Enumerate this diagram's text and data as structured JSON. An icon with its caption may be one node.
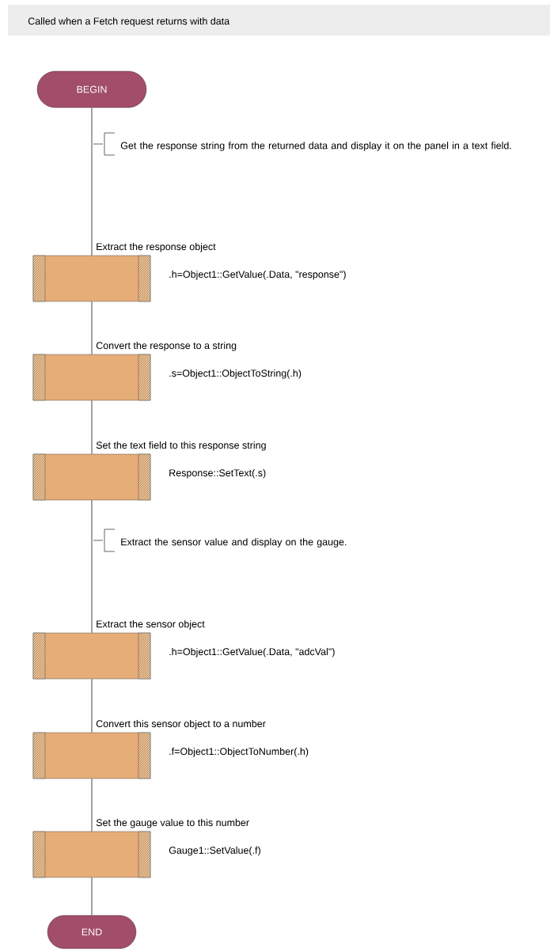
{
  "diagram": {
    "title": "Called when a Fetch request returns with data",
    "nodes": [
      {
        "text": [
          "BEGIN"
        ]
      },
      {
        "text": [
          "Extract the response object"
        ],
        "beside": [
          ".h=Object1::GetValue(.Data, \"response\")"
        ]
      },
      {
        "text": [
          "Convert the response to a string"
        ],
        "beside": [
          ".s=Object1::ObjectToString(.h)"
        ]
      },
      {
        "text": [
          "Set the text field to this response string"
        ],
        "beside": [
          "Response::SetText(.s)"
        ]
      },
      {
        "text": [
          "Extract the sensor object"
        ],
        "beside": [
          ".h=Object1::GetValue(.Data, \"adcVal\")"
        ]
      },
      {
        "text": [
          "Convert this sensor object to a number"
        ],
        "beside": [
          ".f=Object1::ObjectToNumber(.h)"
        ]
      },
      {
        "text": [
          "Set the gauge value to this number"
        ],
        "beside": [
          "Gauge1::SetValue(.f)"
        ]
      },
      {
        "text": [
          "END"
        ]
      }
    ],
    "edges": [
      {
        "from": 0,
        "to": 1,
        "arrow": "none"
      },
      {
        "from": 1,
        "to": 2,
        "arrow": "none"
      },
      {
        "from": 2,
        "to": 3,
        "arrow": "none"
      },
      {
        "from": 3,
        "to": 4,
        "arrow": "none"
      },
      {
        "from": 4,
        "to": 5,
        "arrow": "none"
      },
      {
        "from": 5,
        "to": 6,
        "arrow": "none"
      },
      {
        "from": 6,
        "to": 7,
        "arrow": "none"
      }
    ],
    "labels": [
      "Get the response string from the returned data and display it on the panel in a text field.",
      "Extract the sensor value and display on the gauge."
    ]
  }
}
